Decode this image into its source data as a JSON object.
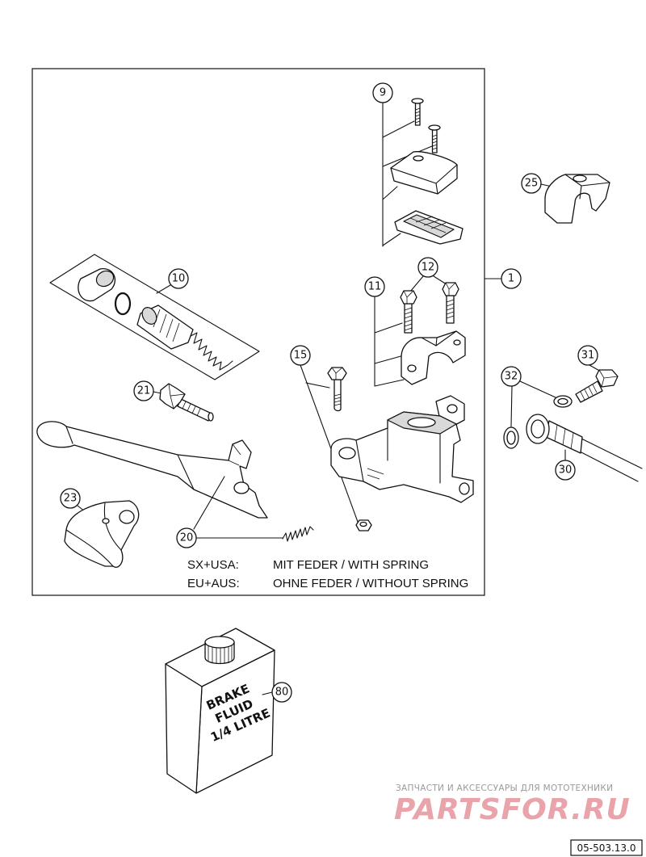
{
  "diagram": {
    "callouts": {
      "c1": "1",
      "c9": "9",
      "c10": "10",
      "c11": "11",
      "c12": "12",
      "c15": "15",
      "c20": "20",
      "c21": "21",
      "c23": "23",
      "c25": "25",
      "c30": "30",
      "c31": "31",
      "c32": "32",
      "c80": "80"
    },
    "variants": [
      {
        "market": "SX+USA:",
        "description": "MIT FEDER / WITH SPRING"
      },
      {
        "market": "EU+AUS:",
        "description": "OHNE FEDER / WITHOUT SPRING"
      }
    ],
    "bottle_label": [
      "BRAKE",
      "FLUID",
      "1/4 LITRE"
    ]
  },
  "watermark": {
    "tagline": "ЗАПЧАСТИ И АКСЕССУАРЫ ДЛЯ МОТОТЕХНИКИ",
    "logo": "PARTSFOR.RU"
  },
  "reference_number": "05-503.13.0",
  "colors": {
    "line": "#111111",
    "watermark_logo": "#e9a3ab",
    "watermark_text": "#9a9a9a"
  }
}
